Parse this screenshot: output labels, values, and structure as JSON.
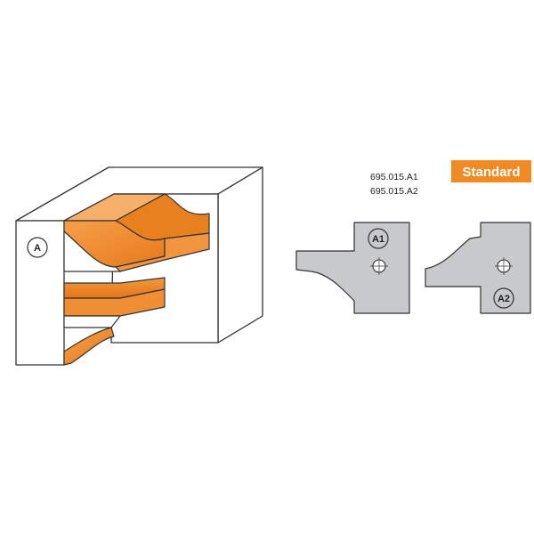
{
  "badge": {
    "label": "Standard",
    "color": "#f08a24"
  },
  "product_codes": [
    "695.015.A1",
    "695.015.A2"
  ],
  "profile_label": "A",
  "knives": [
    {
      "label": "A1",
      "color": "#c8c9cb"
    },
    {
      "label": "A2",
      "color": "#c8c9cb"
    }
  ],
  "colors": {
    "profile": "#f08a24",
    "outline": "#333333"
  }
}
